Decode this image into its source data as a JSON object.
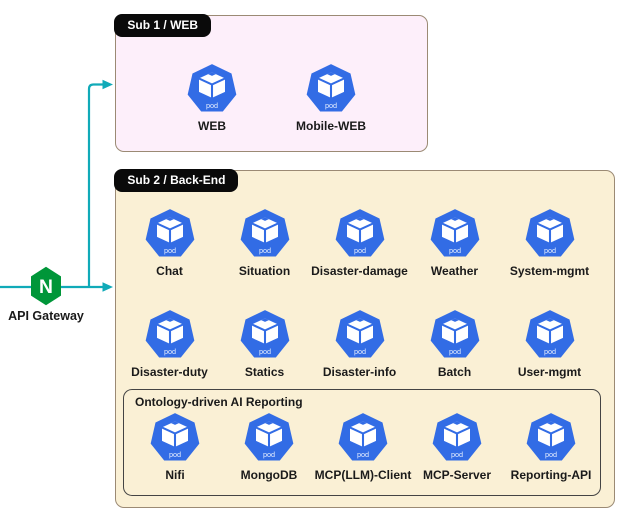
{
  "colors": {
    "arrow": "#10aab8",
    "k8s-blue": "#326CE5",
    "nginx-green": "#009639",
    "sub1-bg": "#fdeffa",
    "sub2-bg": "#faf0d5",
    "box-border": "#9b8a74",
    "group-border": "#444444",
    "tab-bg": "#0a0a0a",
    "tab-text": "#ffffff",
    "label-text": "#1a1a1a"
  },
  "gateway": {
    "label": "API Gateway"
  },
  "pod_icon_label": "pod",
  "sub1": {
    "title": "Sub 1 / WEB",
    "pods": [
      "WEB",
      "Mobile-WEB"
    ]
  },
  "sub2": {
    "title": "Sub 2 / Back-End",
    "row1": [
      "Chat",
      "Situation",
      "Disaster-damage",
      "Weather",
      "System-mgmt"
    ],
    "row2": [
      "Disaster-duty",
      "Statics",
      "Disaster-info",
      "Batch",
      "User-mgmt"
    ],
    "group": {
      "title": "Ontology-driven AI Reporting",
      "pods": [
        "Nifi",
        "MongoDB",
        "MCP(LLM)-Client",
        "MCP-Server",
        "Reporting-API"
      ]
    }
  }
}
